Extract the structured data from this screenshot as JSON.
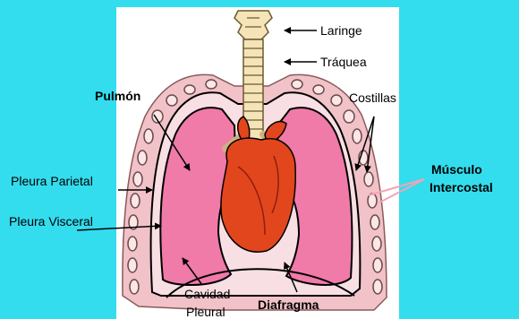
{
  "colors": {
    "background": "#33ddee",
    "panel": "#ffffff",
    "lung": "#f07aa8",
    "pleura_band": "#f1c2c8",
    "heart": "#e2461c",
    "trachea": "#f4e4b8",
    "intercostal_line": "#f4a3b8"
  },
  "labels": {
    "laringe": "Laringe",
    "traquea": "Tráquea",
    "pulmon": "Pulmón",
    "costillas": "Costillas",
    "musculo_line1": "Músculo",
    "musculo_line2": "Intercostal",
    "pleura_parietal": "Pleura Parietal",
    "pleura_visceral": "Pleura Visceral",
    "cavidad_line1": "Cavidad",
    "cavidad_line2": "Pleural",
    "diafragma": "Diafragma"
  }
}
